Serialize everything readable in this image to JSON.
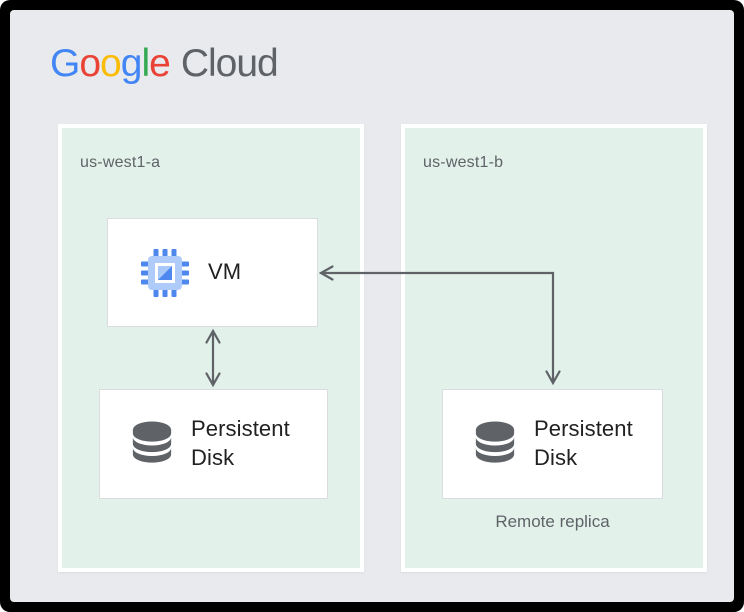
{
  "logo": {
    "brand_letters": [
      {
        "char": "G",
        "color": "#4285F4"
      },
      {
        "char": "o",
        "color": "#EA4335"
      },
      {
        "char": "o",
        "color": "#FBBC05"
      },
      {
        "char": "g",
        "color": "#4285F4"
      },
      {
        "char": "l",
        "color": "#34A853"
      },
      {
        "char": "e",
        "color": "#EA4335"
      }
    ],
    "product": "Cloud",
    "product_color": "#5F6368"
  },
  "zones": {
    "a": {
      "label": "us-west1-a",
      "vm": {
        "label": "VM",
        "icon": "compute-engine-icon"
      },
      "disk": {
        "label": "Persistent Disk",
        "icon": "database-icon"
      }
    },
    "b": {
      "label": "us-west1-b",
      "disk": {
        "label": "Persistent Disk",
        "icon": "database-icon"
      },
      "caption": "Remote replica"
    }
  },
  "connectors": {
    "local_sync": {
      "type": "double-headed-vertical-arrow",
      "from": "vm",
      "to": "persistent-disk-us-west1-a",
      "color": "#5F6368"
    },
    "remote_replication": {
      "type": "elbow-arrow-two-heads",
      "from": "vm",
      "to": "persistent-disk-us-west1-b",
      "color": "#5F6368"
    }
  },
  "colors": {
    "frame": "#000000",
    "background": "#E8EAED",
    "zone_fill": "#E2F1E9",
    "zone_border": "#FFFFFF",
    "node_fill": "#FFFFFF",
    "node_border": "#DADCE0",
    "node_text": "#212121",
    "secondary_text": "#5F6368",
    "arrow": "#5F6368",
    "icon_chip_body": "#AECBFA",
    "icon_chip_blue": "#4E87EE",
    "icon_chip_light": "#A9C8FA",
    "icon_disk_gray": "#5F6368"
  }
}
